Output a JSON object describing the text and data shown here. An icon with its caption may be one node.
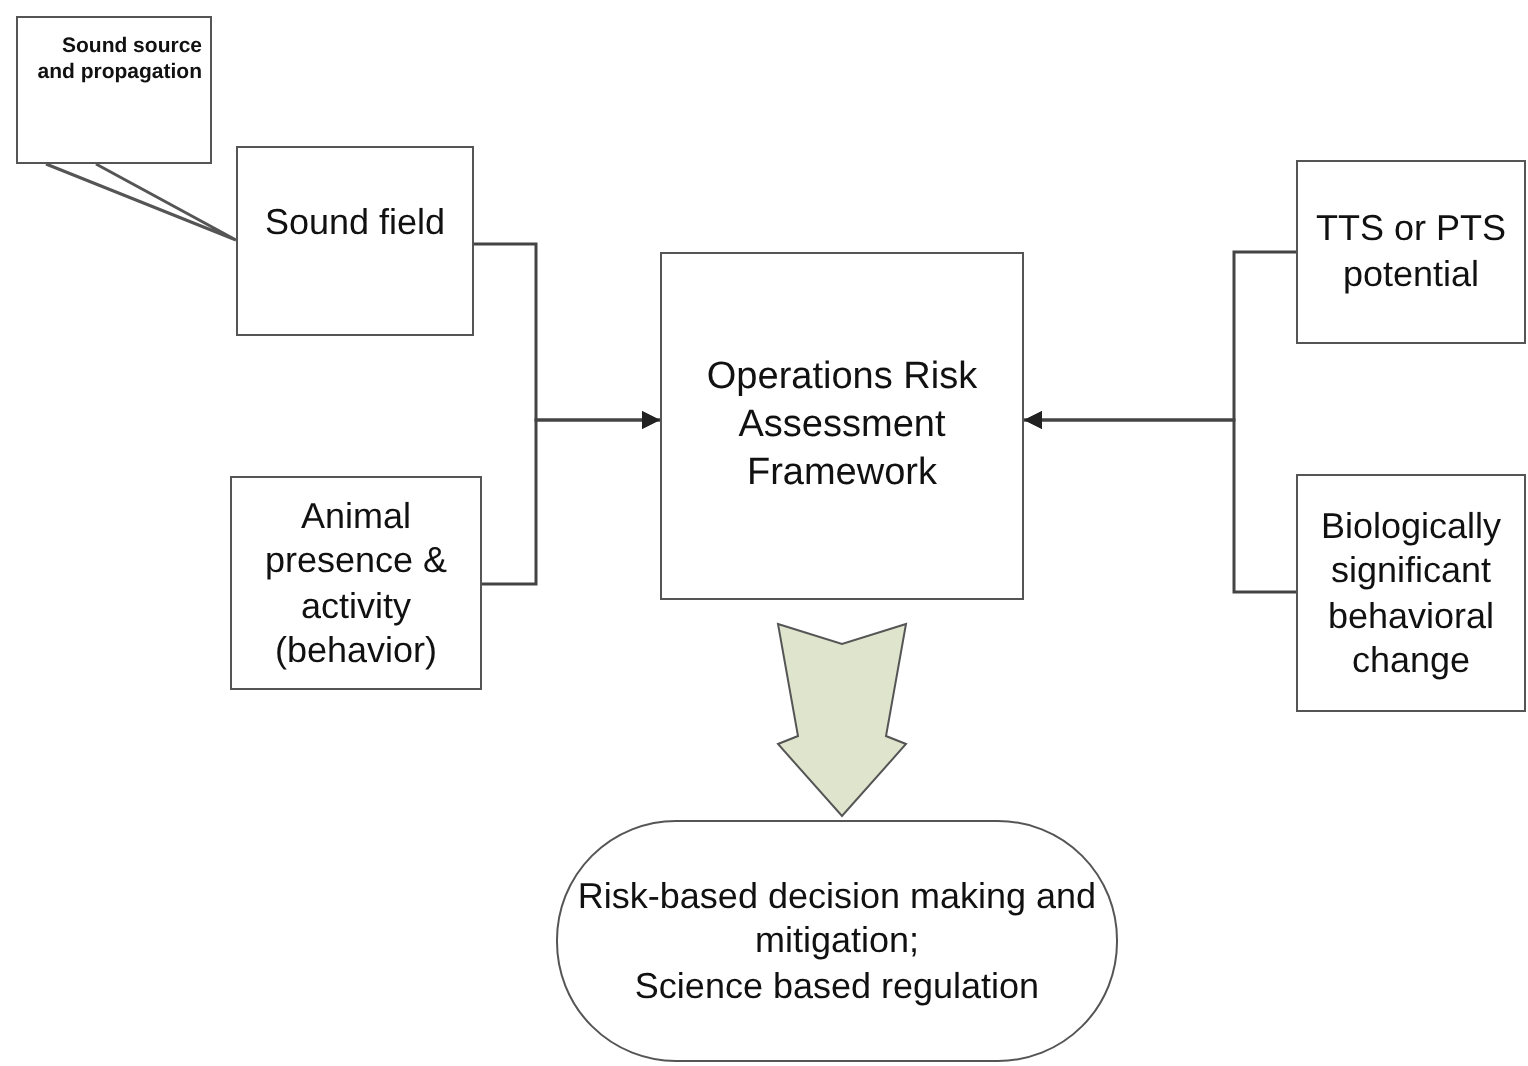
{
  "diagram": {
    "nodes": [
      {
        "text": [
          "Sound source and propagation"
        ]
      },
      {
        "text": [
          "Sound field"
        ]
      },
      {
        "text": [
          "Animal presence & activity (behavior)"
        ]
      },
      {
        "text": [
          "Operations Risk Assessment Framework"
        ]
      },
      {
        "text": [
          "TTS or PTS potential"
        ]
      },
      {
        "text": [
          "Biologically significant behavioral change"
        ]
      },
      {
        "text": [
          "Risk-based decision making and mitigation;",
          "Science based regulation"
        ]
      }
    ],
    "edges": [
      {
        "from": 0,
        "to": 1,
        "arrow": "none"
      },
      {
        "from": 1,
        "to": 3,
        "arrow": "to"
      },
      {
        "from": 2,
        "to": 3,
        "arrow": "to"
      },
      {
        "from": 4,
        "to": 3,
        "arrow": "to"
      },
      {
        "from": 5,
        "to": 3,
        "arrow": "to"
      },
      {
        "from": 3,
        "to": 6,
        "arrow": "to",
        "style": "thick",
        "color": "#dfe4cc"
      }
    ]
  }
}
